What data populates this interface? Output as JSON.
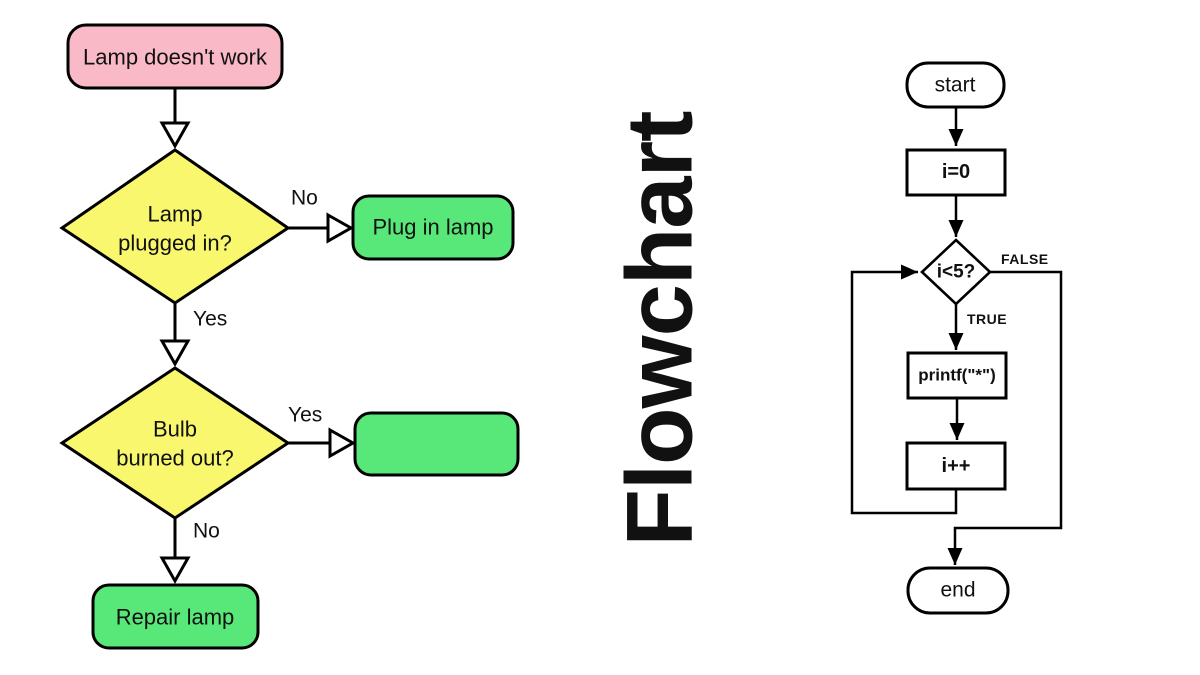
{
  "colors": {
    "accent_red": "#e2492d",
    "pink": "#f9b9c6",
    "yellow": "#f9f76e",
    "green": "#58e879",
    "node_white": "#ffffff",
    "line_black": "#000000"
  },
  "center_title": "Flowchart",
  "lamp_chart": {
    "start": "Lamp doesn't work",
    "decision1_line1": "Lamp",
    "decision1_line2": "plugged in?",
    "decision1_no": "No",
    "decision1_yes": "Yes",
    "action_plug": "Plug in lamp",
    "decision2_line1": "Bulb",
    "decision2_line2": "burned out?",
    "decision2_yes": "Yes",
    "decision2_no": "No",
    "end": "Repair lamp"
  },
  "loop_chart": {
    "start": "start",
    "init": "i=0",
    "condition": "i<5?",
    "label_false": "FALSE",
    "label_true": "TRUE",
    "body": "printf(\"*\")",
    "increment": "i++",
    "end": "end"
  }
}
